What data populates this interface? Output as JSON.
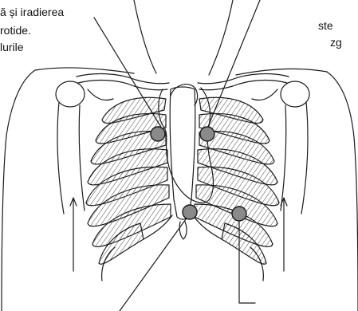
{
  "caption_left": {
    "line1": "ă și iradierea",
    "line2": "rotide.",
    "line3": "lurile"
  },
  "caption_right": {
    "line1": "ste",
    "line2": "zg"
  },
  "colors": {
    "ink": "#1a1a1a",
    "spot": "#8a8a8a",
    "hatch": "#555555"
  },
  "icons": [
    "auscultation-spot"
  ]
}
